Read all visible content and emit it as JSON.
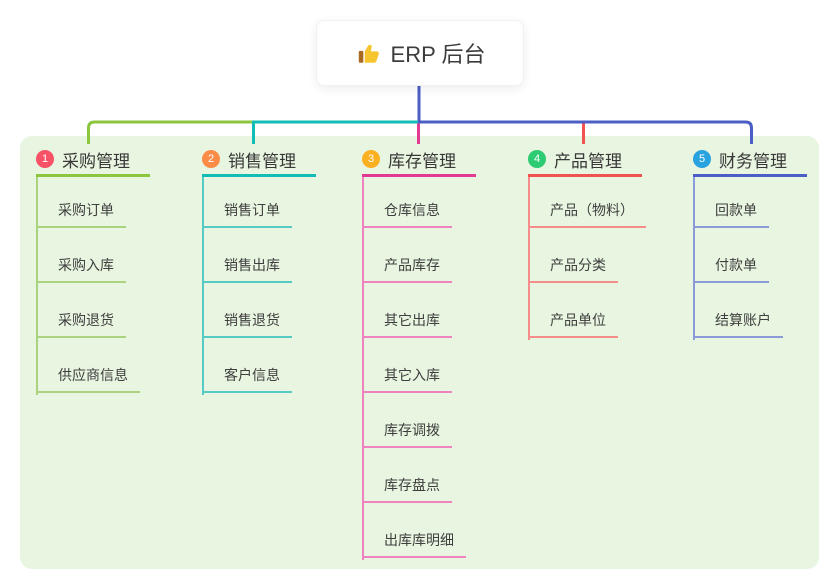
{
  "root": {
    "label": "ERP 后台",
    "icon": "thumbs-up",
    "connector_color": "#4a5ec5"
  },
  "panel_color": "#e8f5e0",
  "branches": [
    {
      "num": "1",
      "label": "采购管理",
      "color": "#8cc63e",
      "light_color": "#abd37e",
      "badge_color": "#f75266",
      "children": [
        "采购订单",
        "采购入库",
        "采购退货",
        "供应商信息"
      ]
    },
    {
      "num": "2",
      "label": "销售管理",
      "color": "#13bdb5",
      "light_color": "#54cbc3",
      "badge_color": "#fa8c47",
      "children": [
        "销售订单",
        "销售出库",
        "销售退货",
        "客户信息"
      ]
    },
    {
      "num": "3",
      "label": "库存管理",
      "color": "#e23a92",
      "light_color": "#ee83c0",
      "badge_color": "#fbb021",
      "children": [
        "仓库信息",
        "产品库存",
        "其它出库",
        "其它入库",
        "库存调拨",
        "库存盘点",
        "出库库明细"
      ]
    },
    {
      "num": "4",
      "label": "产品管理",
      "color": "#f0534f",
      "light_color": "#f58e8b",
      "badge_color": "#2dcb73",
      "children": [
        "产品（物料）",
        "产品分类",
        "产品单位"
      ]
    },
    {
      "num": "5",
      "label": "财务管理",
      "color": "#4a5ec5",
      "light_color": "#8b9bd9",
      "badge_color": "#29a3e0",
      "children": [
        "回款单",
        "付款单",
        "结算账户"
      ]
    }
  ]
}
